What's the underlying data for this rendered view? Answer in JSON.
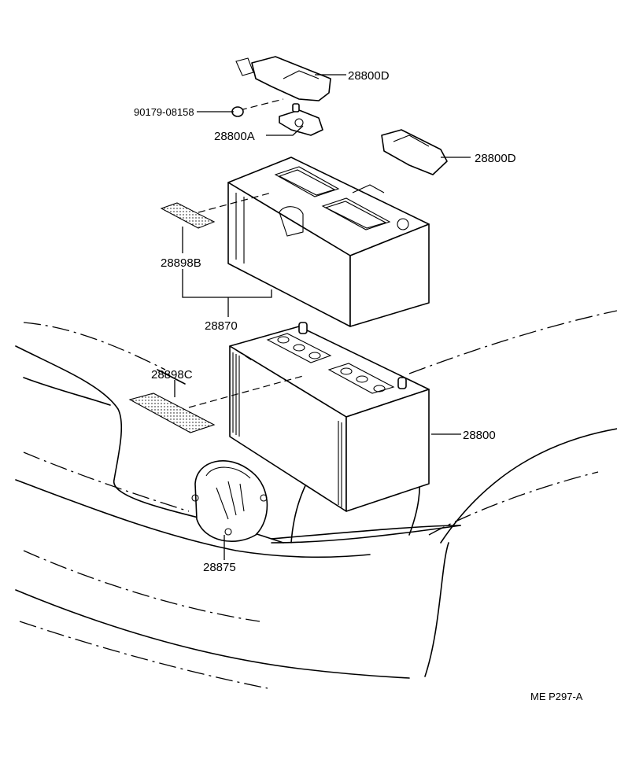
{
  "labels": {
    "cover_upper": "28800D",
    "nut": "90179-08158",
    "clamp": "28800A",
    "cover_right": "28800D",
    "label_upper": "28898B",
    "tray": "28870",
    "label_lower": "28898C",
    "battery": "28800",
    "cover_round": "28875"
  },
  "drawing_code": "ME  P297-A"
}
